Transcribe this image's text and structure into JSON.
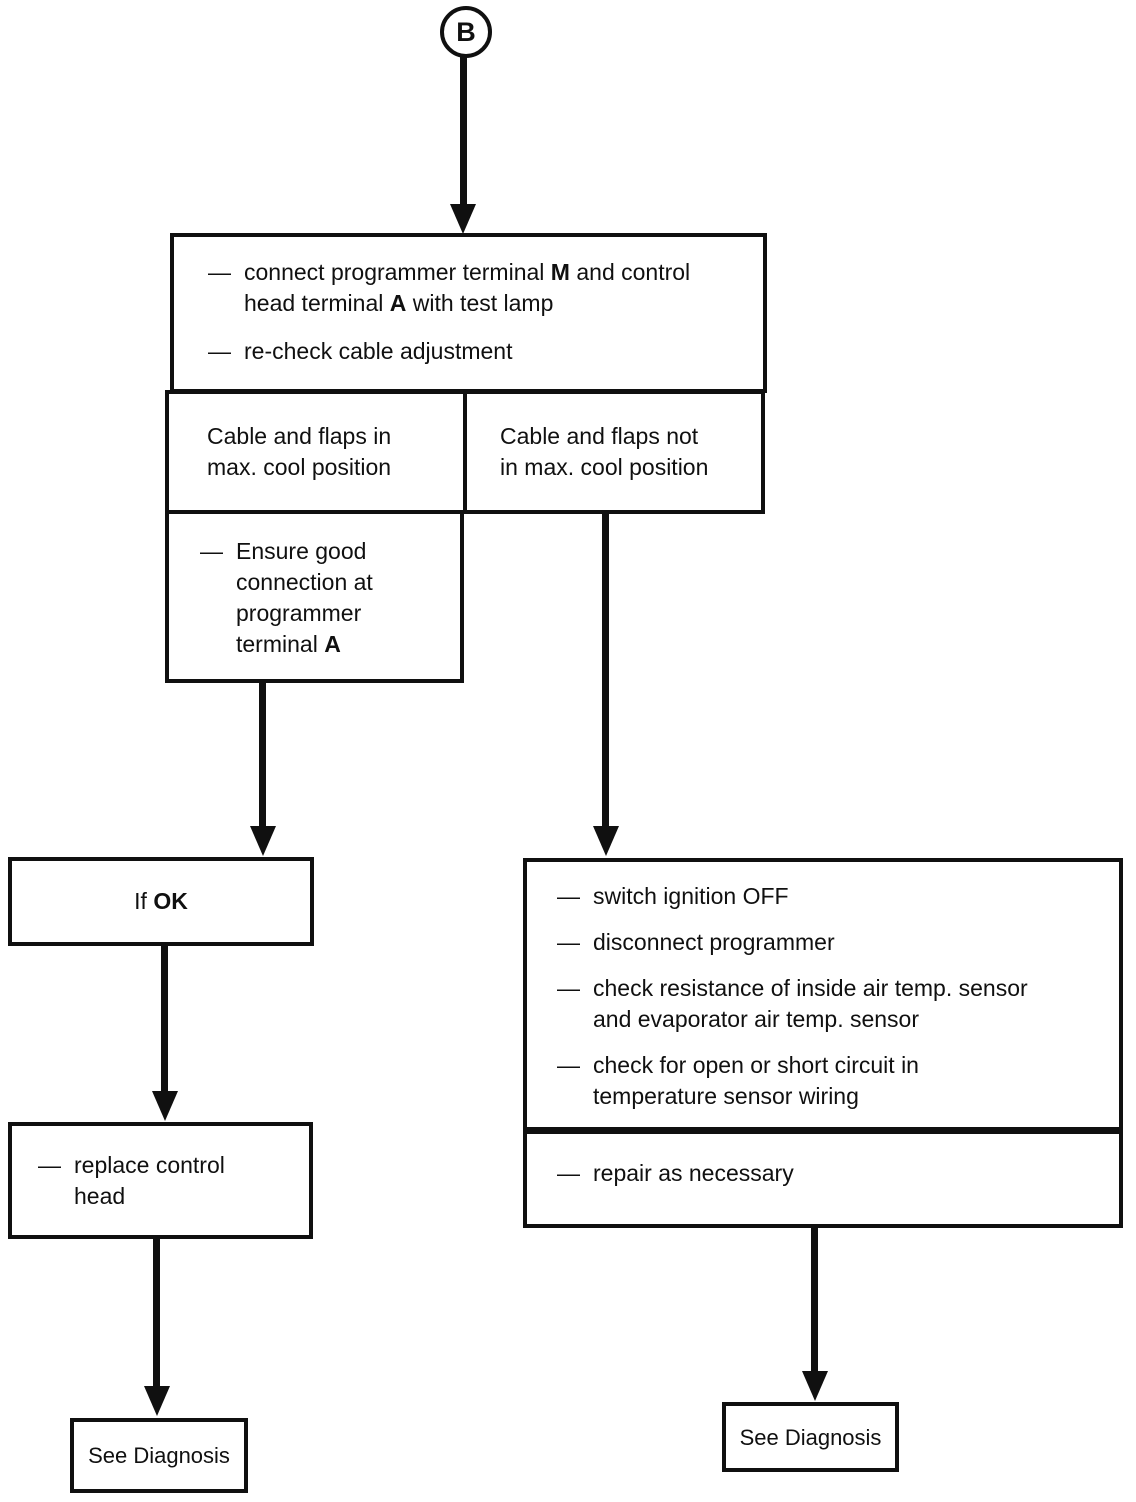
{
  "start": {
    "label": "B"
  },
  "dash": "—",
  "colors": {
    "ink": "#101010",
    "paper": "#ffffff"
  },
  "box_test_lamp": {
    "bullet1_line1_pre": "connect programmer terminal",
    "bullet1_line1_bold": "M",
    "bullet1_line1_post": "and control",
    "bullet1_line2_pre": "head terminal",
    "bullet1_line2_bold": "A",
    "bullet1_line2_post": "with test lamp",
    "bullet2": "re-check cable adjustment"
  },
  "box_cable_in_position": {
    "line1": "Cable and flaps in",
    "line2": "max. cool position"
  },
  "box_cable_not_in_position": {
    "line1": "Cable and flaps not",
    "line2": "in max. cool position"
  },
  "box_ensure_connection": {
    "line1": "Ensure good",
    "line2": "connection at",
    "line3": "programmer",
    "line4_pre": "terminal",
    "line4_bold": "A"
  },
  "box_if_ok": {
    "pre": "If",
    "bold": "OK"
  },
  "box_replace_head": {
    "line1": "replace control",
    "line2": "head"
  },
  "box_see_diagnosis_left": {
    "label": "See Diagnosis"
  },
  "box_right_checks": {
    "bullet1": "switch ignition OFF",
    "bullet2": "disconnect programmer",
    "bullet3_line1": "check resistance of inside air temp. sensor",
    "bullet3_line2": "and evaporator air temp. sensor",
    "bullet4_line1": "check for open or short circuit in",
    "bullet4_line2": "temperature sensor wiring",
    "bullet5": "repair as necessary"
  },
  "box_see_diagnosis_right": {
    "label": "See Diagnosis"
  }
}
